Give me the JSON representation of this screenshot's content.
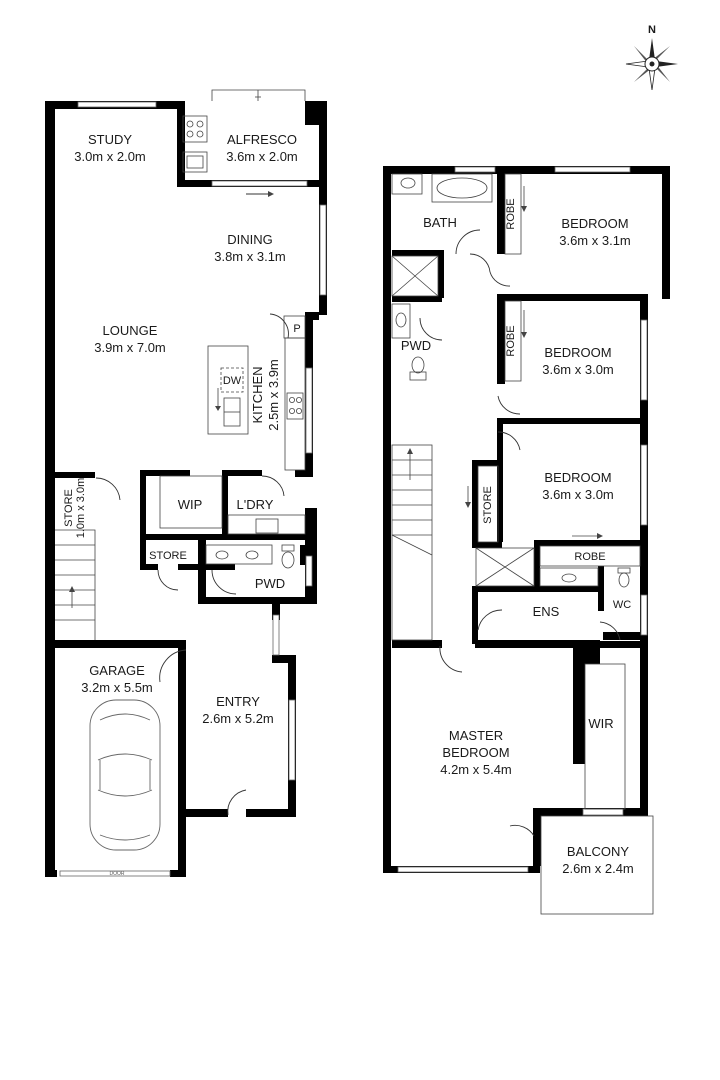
{
  "compass": {
    "label": "N"
  },
  "ground_floor": {
    "rooms": [
      {
        "id": "study",
        "name": "STUDY",
        "size": "3.0m x 2.0m"
      },
      {
        "id": "alfresco",
        "name": "ALFRESCO",
        "size": "3.6m x 2.0m"
      },
      {
        "id": "dining",
        "name": "DINING",
        "size": "3.8m x 3.1m"
      },
      {
        "id": "lounge",
        "name": "LOUNGE",
        "size": "3.9m x 7.0m"
      },
      {
        "id": "kitchen",
        "name": "KITCHEN",
        "size": "2.5m x 3.9m"
      },
      {
        "id": "wip",
        "name": "WIP"
      },
      {
        "id": "ldry",
        "name": "L'DRY"
      },
      {
        "id": "store-small",
        "name": "STORE"
      },
      {
        "id": "pwd-ground",
        "name": "PWD"
      },
      {
        "id": "store-stair",
        "name": "STORE",
        "size": "1.0m x 3.0m"
      },
      {
        "id": "garage",
        "name": "GARAGE",
        "size": "3.2m x 5.5m"
      },
      {
        "id": "entry",
        "name": "ENTRY",
        "size": "2.6m x 5.2m"
      }
    ],
    "labels": {
      "dw": "DW",
      "pantry": "P",
      "garage_door": "DOOR"
    }
  },
  "first_floor": {
    "rooms": [
      {
        "id": "bath",
        "name": "BATH"
      },
      {
        "id": "robe-1",
        "name": "ROBE"
      },
      {
        "id": "bedroom-1",
        "name": "BEDROOM",
        "size": "3.6m x 3.1m"
      },
      {
        "id": "pwd-first",
        "name": "PWD"
      },
      {
        "id": "robe-2",
        "name": "ROBE"
      },
      {
        "id": "bedroom-2",
        "name": "BEDROOM",
        "size": "3.6m x 3.0m"
      },
      {
        "id": "store-first",
        "name": "STORE"
      },
      {
        "id": "bedroom-3",
        "name": "BEDROOM",
        "size": "3.6m x 3.0m"
      },
      {
        "id": "robe-3",
        "name": "ROBE"
      },
      {
        "id": "ens",
        "name": "ENS"
      },
      {
        "id": "wc",
        "name": "WC"
      },
      {
        "id": "wir",
        "name": "WIR"
      },
      {
        "id": "master",
        "name": "MASTER",
        "name2": "BEDROOM",
        "size": "4.2m x 5.4m"
      },
      {
        "id": "balcony",
        "name": "BALCONY",
        "size": "2.6m x 2.4m"
      }
    ]
  }
}
